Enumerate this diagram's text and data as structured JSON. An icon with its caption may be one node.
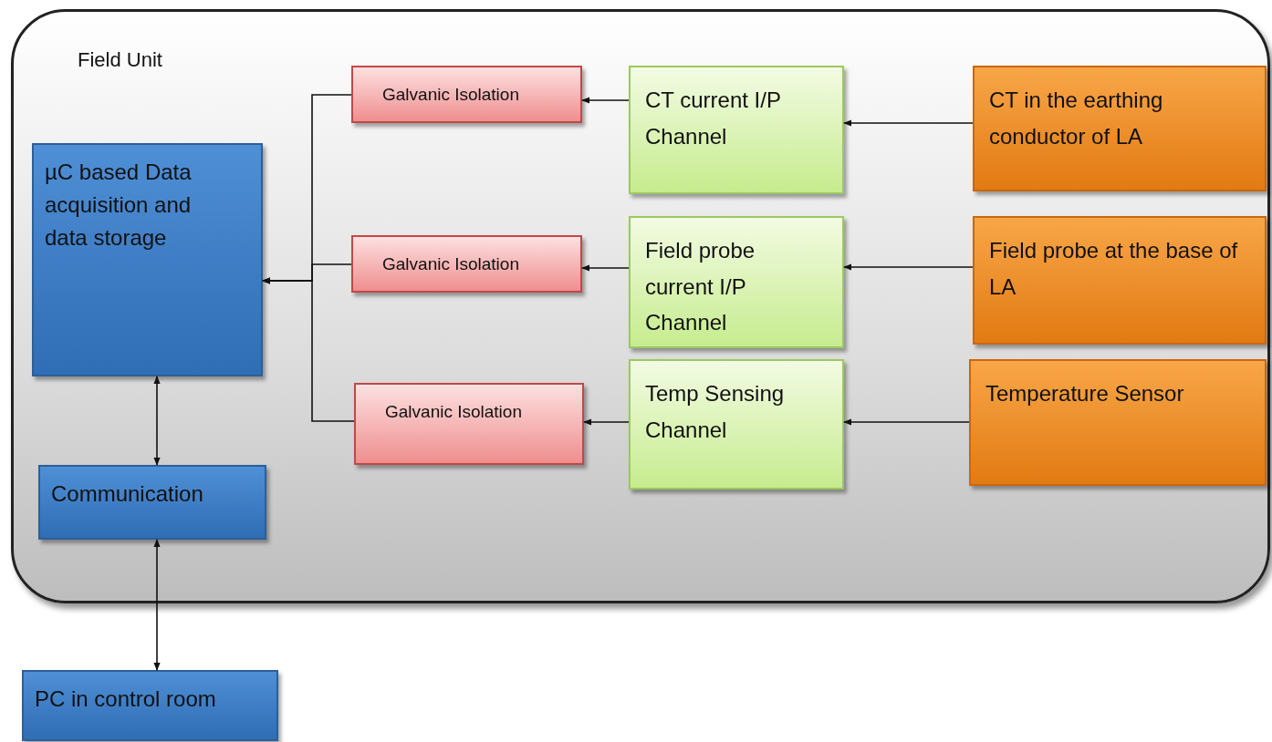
{
  "diagram": {
    "nodes": [
      {
        "text": [
          "Field Unit"
        ]
      },
      {
        "text": [
          "µC based Data acquisition and data storage"
        ],
        "in": 0
      },
      {
        "text": [
          "Communication"
        ],
        "in": 0
      },
      {
        "text": [
          "Galvanic Isolation"
        ],
        "in": 0
      },
      {
        "text": [
          "CT current I/P Channel"
        ],
        "in": 0
      },
      {
        "text": [
          "CT in the earthing conductor of LA"
        ],
        "in": 0
      },
      {
        "text": [
          "Galvanic Isolation"
        ],
        "in": 0
      },
      {
        "text": [
          "Field probe current I/P Channel"
        ],
        "in": 0
      },
      {
        "text": [
          "Field probe at the base of LA"
        ],
        "in": 0
      },
      {
        "text": [
          "Galvanic Isolation"
        ],
        "in": 0
      },
      {
        "text": [
          "Temp Sensing Channel"
        ],
        "in": 0
      },
      {
        "text": [
          "Temperature Sensor"
        ],
        "in": 0
      },
      {
        "text": [
          "PC in control room"
        ]
      }
    ],
    "edges": [
      {
        "from": 5,
        "to": 4,
        "arrow": "to"
      },
      {
        "from": 4,
        "to": 3,
        "arrow": "to"
      },
      {
        "from": 8,
        "to": 7,
        "arrow": "to"
      },
      {
        "from": 7,
        "to": 6,
        "arrow": "to"
      },
      {
        "from": 11,
        "to": 10,
        "arrow": "to"
      },
      {
        "from": 10,
        "to": 9,
        "arrow": "to"
      },
      {
        "from": 3,
        "to": 1,
        "arrow": "to"
      },
      {
        "from": 6,
        "to": 1,
        "arrow": "to"
      },
      {
        "from": 9,
        "to": 1,
        "arrow": "to"
      },
      {
        "from": 1,
        "to": 2,
        "arrow": "both"
      },
      {
        "from": 2,
        "to": 12,
        "arrow": "both"
      }
    ]
  }
}
